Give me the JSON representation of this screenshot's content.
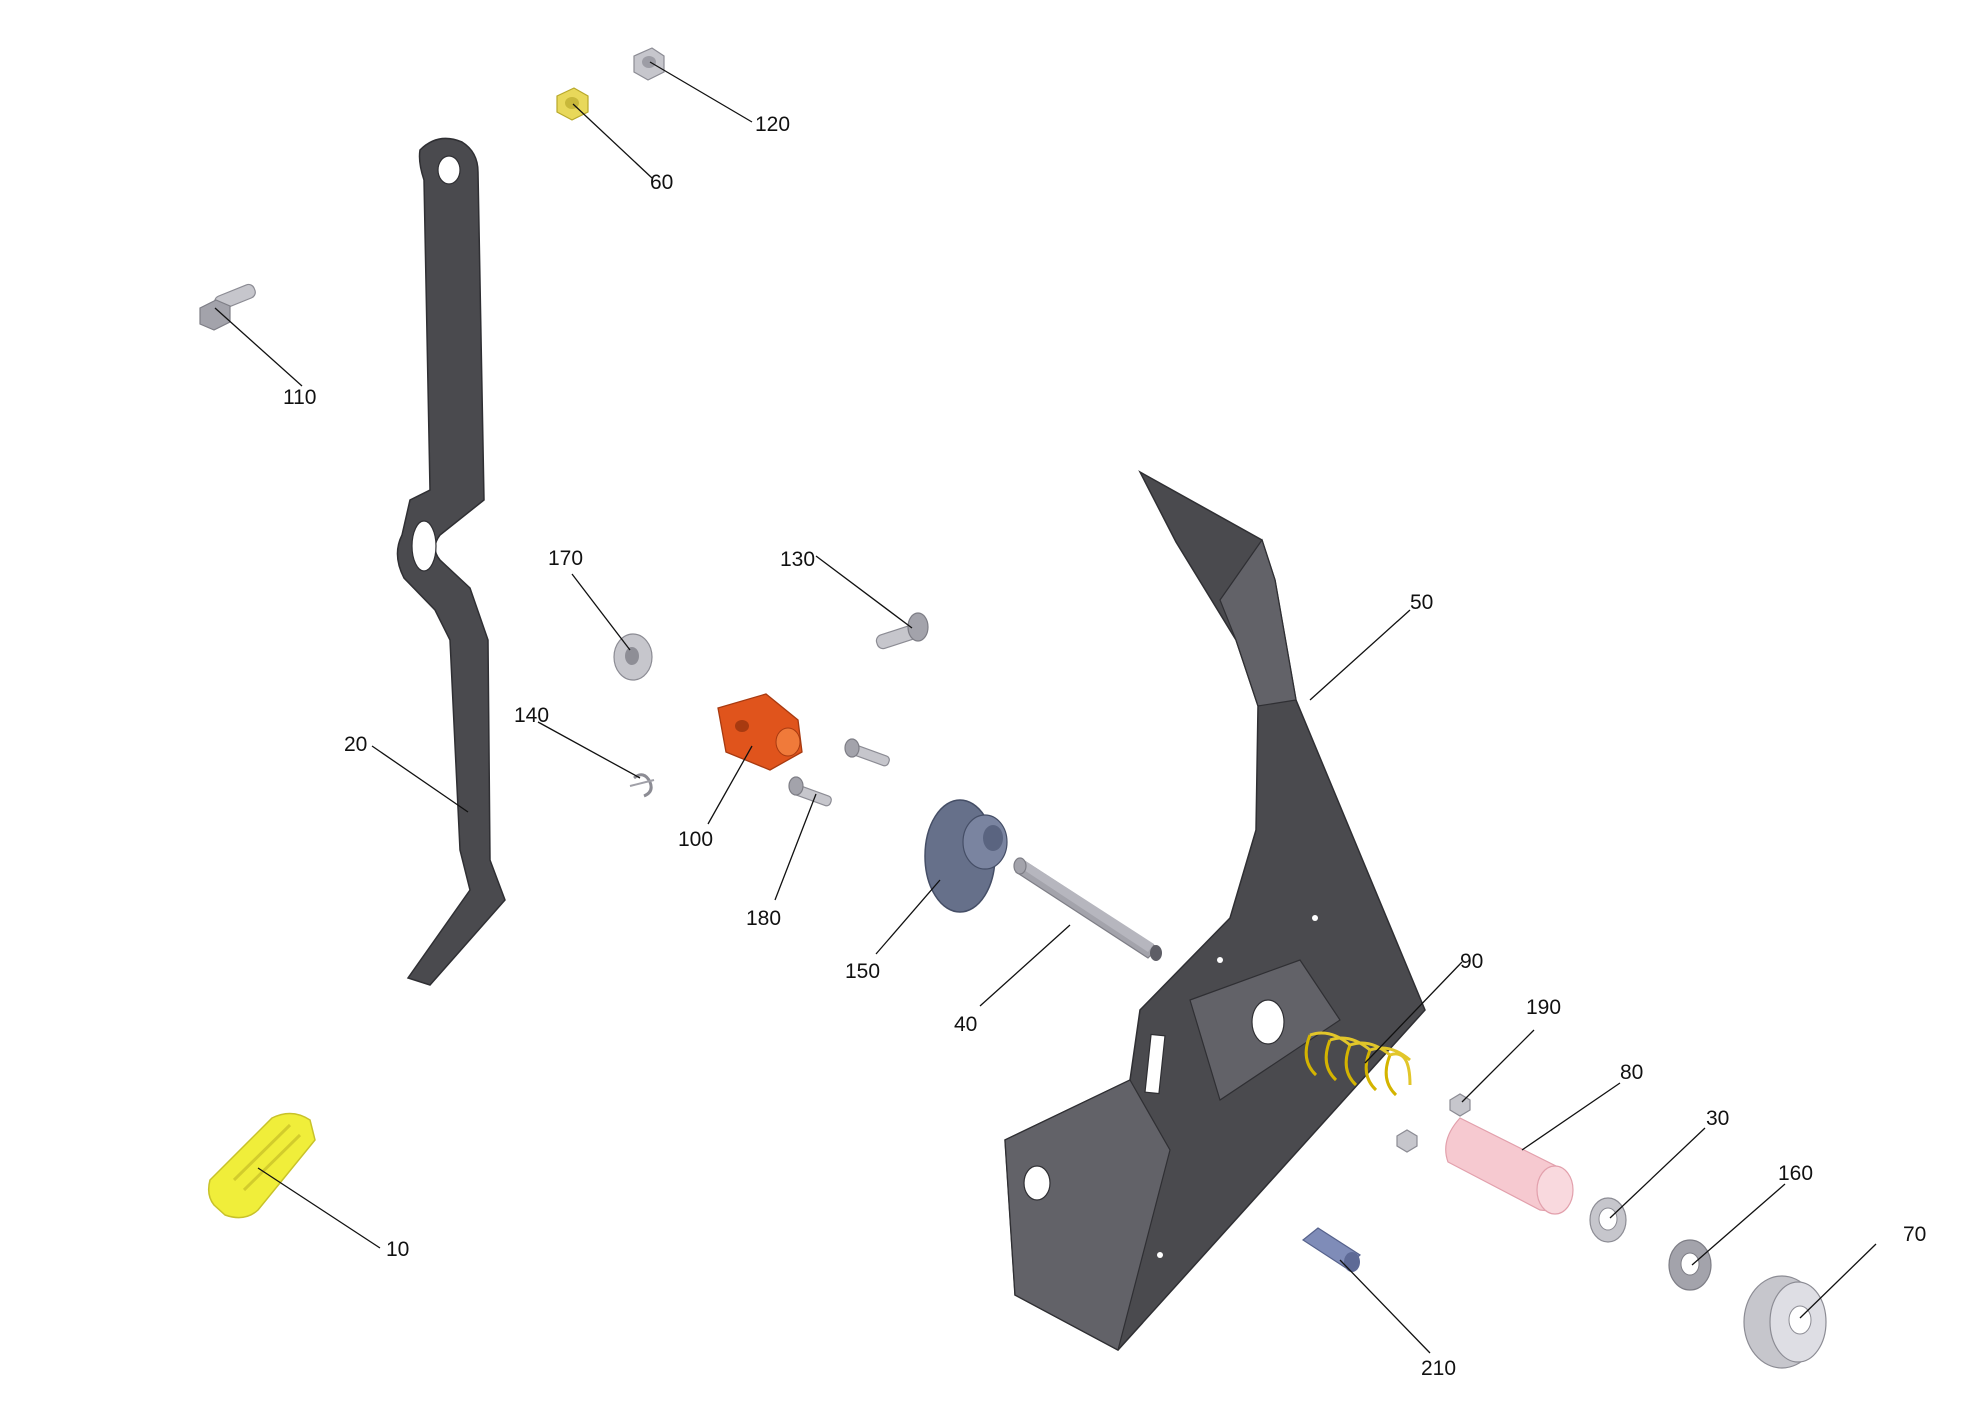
{
  "diagram": {
    "callouts": {
      "p10": "10",
      "p20": "20",
      "p30": "30",
      "p40": "40",
      "p50": "50",
      "p60": "60",
      "p70": "70",
      "p80": "80",
      "p90": "90",
      "p100": "100",
      "p110": "110",
      "p120": "120",
      "p130": "130",
      "p140": "140",
      "p150": "150",
      "p160": "160",
      "p170": "170",
      "p180": "180",
      "p190": "190",
      "p210": "210"
    },
    "colors": {
      "frame": "#4a4a4e",
      "pad": "#f0ee3a",
      "clevis": "#e0541c",
      "flange": "#66708a",
      "bushing_80": "#f6c9d0",
      "spring": "#d4b400",
      "fastener": "#c6c6cc",
      "sleeve_210": "#7f8cb8"
    }
  }
}
